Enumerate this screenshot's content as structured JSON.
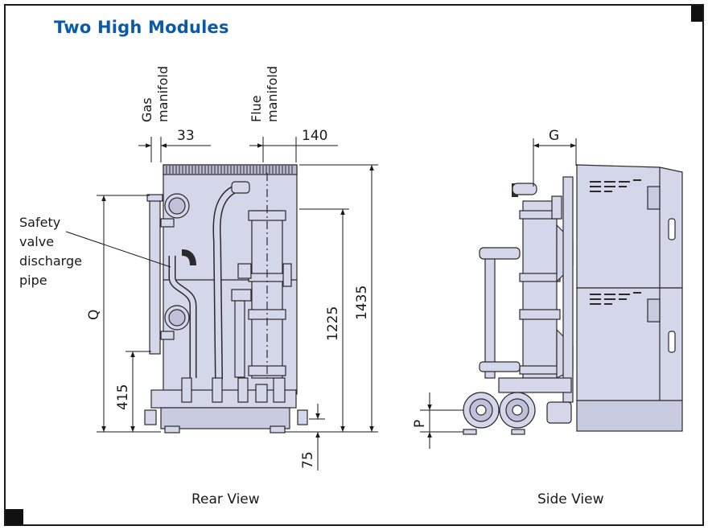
{
  "title": "Two High Modules",
  "labels": {
    "gas_manifold_line1": "Gas",
    "gas_manifold_line2": "manifold",
    "flue_manifold_line1": "Flue",
    "flue_manifold_line2": "manifold",
    "safety_line1": "Safety",
    "safety_line2": "valve",
    "safety_line3": "discharge",
    "safety_line4": "pipe"
  },
  "dimensions": {
    "gas_offset": "33",
    "flue_offset": "140",
    "height_total": "1435",
    "height_flue": "1225",
    "q": "Q",
    "height_415": "415",
    "height_75": "75",
    "g": "G",
    "p": "P"
  },
  "captions": {
    "rear": "Rear View",
    "side": "Side View"
  },
  "colors": {
    "module_fill": "#d4d6ea",
    "outline": "#2a2a2a",
    "title": "#0a5aa8"
  }
}
